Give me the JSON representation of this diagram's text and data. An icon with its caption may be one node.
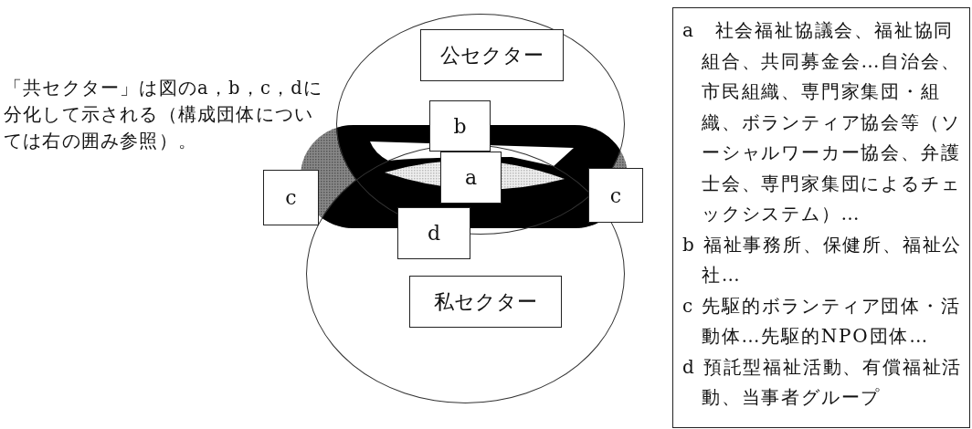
{
  "diagram": {
    "nodes": [
      {
        "text": [],
        "shape": "circle"
      },
      {
        "text": [
          "公セクター"
        ],
        "in": 0
      },
      {
        "text": [],
        "shape": "circle"
      },
      {
        "text": [
          "私セクター"
        ],
        "in": 2
      },
      {
        "text": [
          "b"
        ],
        "in": 0
      },
      {
        "text": [
          "a"
        ]
      },
      {
        "text": [
          "c"
        ]
      },
      {
        "text": [
          "c"
        ]
      },
      {
        "text": [
          "d"
        ],
        "in": 2
      },
      {
        "text": [
          "a　社会福祉協議会、福祉協同組合、共同募金会…自治会、市民組織、専門家集団・組織、ボランティア協会等（ソーシャルワーカー協会、弁護士会、専門家集団によるチェックシステム）…",
          "b 福祉事務所、保健所、福祉公社…",
          "c 先駆的ボランティア団体・活動体…先駆的NPO団体…",
          "d 預託型福祉活動、有償福祉活動、当事者グループ"
        ]
      }
    ],
    "labels": [
      "「共セクター」は図のa，b，c，dに分化して示される（構成団体については右の囲み参照）。"
    ]
  }
}
